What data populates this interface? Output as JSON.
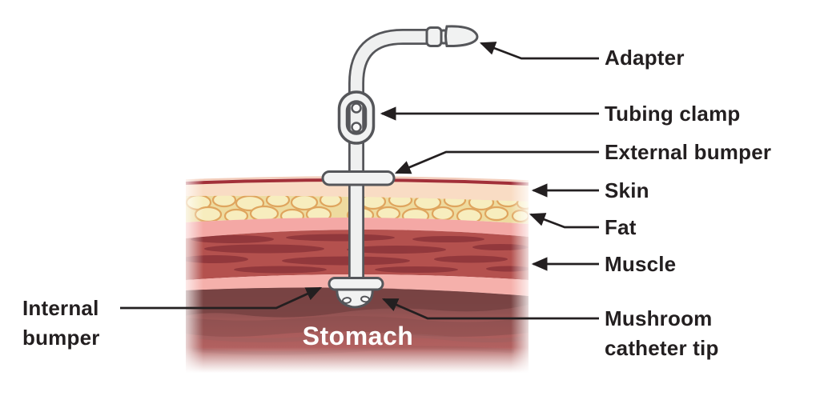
{
  "labels": {
    "adapter": "Adapter",
    "tubing_clamp": "Tubing clamp",
    "external_bumper": "External bumper",
    "skin": "Skin",
    "fat": "Fat",
    "muscle": "Muscle",
    "internal_bumper": "Internal bumper",
    "mushroom_catheter_tip": "Mushroom catheter tip",
    "stomach": "Stomach"
  },
  "colors": {
    "label_text": "#231f20",
    "arrow": "#231f20",
    "stomach_text": "#ffffff",
    "background": "#ffffff",
    "skin_surface_line": "#a23039",
    "skin": "#f9dcc4",
    "fat_base": "#eedb9f",
    "fat_blob": "#f7edbe",
    "fat_blob_outline": "#dfa55e",
    "fascia_pink": "#f4a8a5",
    "muscle": "#b4514e",
    "muscle_streak": "#8e363b",
    "stomach_wall_shadow": "#774242",
    "stomach_mid": "#8a4e4e",
    "stomach_base": "#b26160",
    "device_fill": "#f1f2f2",
    "device_outline": "#55565a"
  }
}
